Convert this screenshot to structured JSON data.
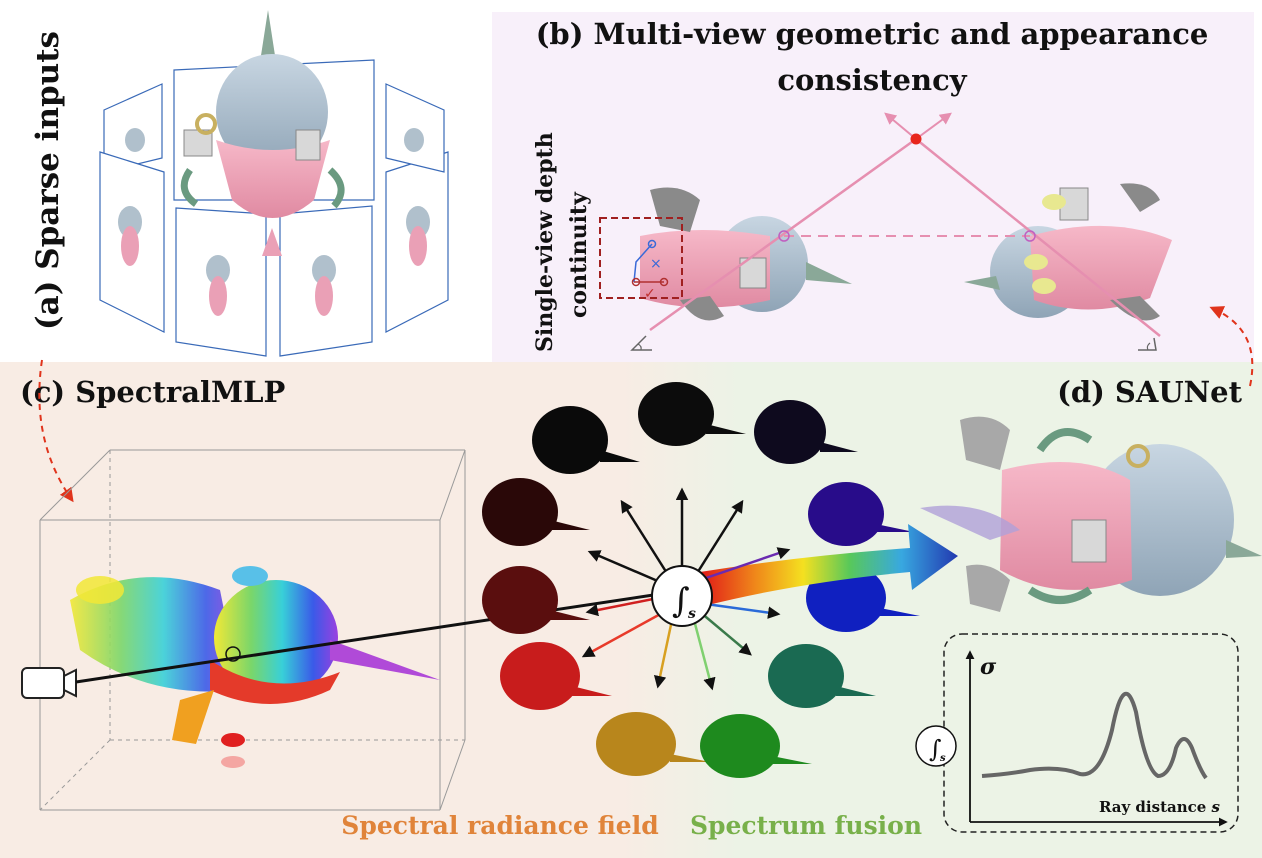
{
  "panels": {
    "a": {
      "label": "(a) Sparse inputs"
    },
    "b": {
      "title_line1": "(b) Multi-view geometric and appearance",
      "title_line2": "consistency",
      "side_line1": "Single-view depth",
      "side_line2": "continuity"
    },
    "c": {
      "label": "(c) SpectralMLP"
    },
    "d": {
      "label": "(d) SAUNet"
    }
  },
  "captions": {
    "spectral_radiance_field": "Spectral radiance field",
    "spectrum_fusion": "Spectrum fusion"
  },
  "integral": {
    "symbol": "∫",
    "subscript": "s"
  },
  "plot": {
    "y_label": "σ",
    "x_label": "Ray distance",
    "x_var": "s"
  },
  "marks": {
    "cross": "×",
    "check": "✓"
  },
  "colors": {
    "panel_b_bg": "#f8f0fa",
    "panel_c_bg": "#f8ece4",
    "panel_d_bg": "#ecf3e6",
    "arrow_dashed": "#e0341c",
    "ray_pink": "#e68fb0",
    "point_red": "#e8261c",
    "caption_orange": "#e0843a",
    "caption_green": "#78b04a"
  }
}
